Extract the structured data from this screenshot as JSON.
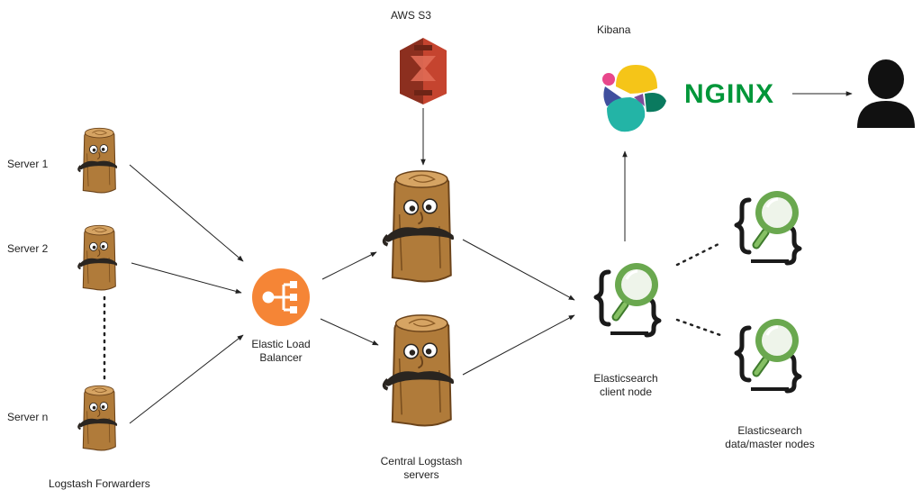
{
  "labels": {
    "aws_s3": "AWS S3",
    "kibana": "Kibana",
    "nginx": "NGINX",
    "server_1": "Server 1",
    "server_2": "Server 2",
    "server_n": "Server n",
    "logstash_forwarders": "Logstash Forwarders",
    "elb_line1": "Elastic Load",
    "elb_line2": "Balancer",
    "central_line1": "Central Logstash",
    "central_line2": "servers",
    "es_client_line1": "Elasticsearch",
    "es_client_line2": "client node",
    "es_data_line1": "Elasticsearch",
    "es_data_line2": "data/master nodes"
  },
  "icons": {
    "logstash": "logstash-log-icon",
    "elb": "load-balancer-icon",
    "s3": "s3-bucket-icon",
    "elasticsearch": "elasticsearch-magnifier-icon",
    "kibana": "kibana-logo-icon",
    "user": "user-icon"
  },
  "colors": {
    "wood": "#b07b3a",
    "wood_dark": "#7a4f1f",
    "mustache": "#2a2520",
    "elb_orange": "#f58536",
    "s3_red": "#c5442f",
    "s3_dark": "#8c2f1f",
    "nginx_green": "#009639",
    "magnifier_green": "#6aa84f",
    "bracket": "#1a1a1a",
    "arrow": "#222222"
  }
}
